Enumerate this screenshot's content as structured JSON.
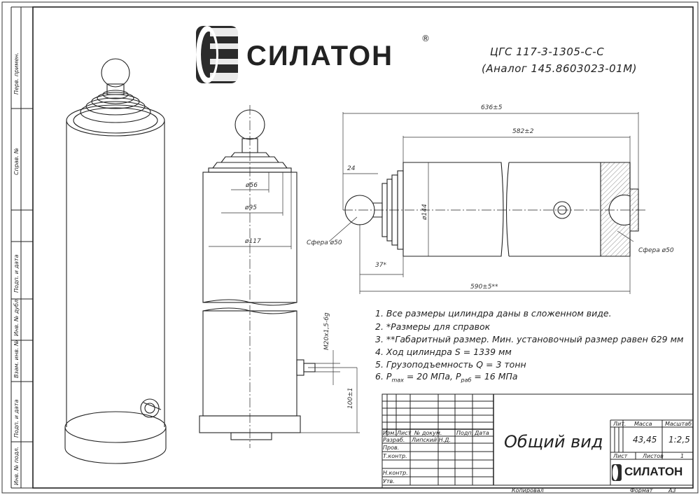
{
  "brand": {
    "name": "СИЛАТОН",
    "reg": "®"
  },
  "drawing": {
    "code": "ЦГС 117-3-1305-С-С",
    "analog": "(Аналог 145.8603023-01М)"
  },
  "side_frame_labels": [
    "Перв. примен.",
    "Справ. №",
    "Подп. и дата",
    "Инв. № дубл.",
    "Взам. инв. №",
    "Подп. и дата",
    "Инв. № подл."
  ],
  "dims": {
    "overall_len": "636±5",
    "body_len": "582±2",
    "ball_offset": "24",
    "diam_ball_mid": "ø144",
    "sphere_left": "Сфера ø50",
    "sphere_right": "Сфера ø50",
    "d56": "ø56",
    "d95": "ø95",
    "d117": "ø117",
    "ref_37": "37*",
    "len_590": "590±5**",
    "thread": "M20x1,5-6g",
    "h100": "100±1"
  },
  "notes": [
    "1. Все размеры цилиндра даны в сложенном виде.",
    "2. *Размеры для справок",
    "3. **Габаритный размер. Мин. установочный размер равен 629 мм",
    "4. Ход цилиндра S = 1339 мм",
    "5. Грузоподъемность Q = 3 тонн",
    "6. P",
    "max",
    " = 20 МПа, P",
    "раб",
    " = 16 МПа"
  ],
  "title_block": {
    "col_izm": "Изм.",
    "col_list": "Лист",
    "col_doc": "№ докум.",
    "col_sign": "Подп.",
    "col_date": "Дата",
    "razrab": "Разраб.",
    "razrab_name": "Липский Н.Д.",
    "prov": "Пров.",
    "tkontr": "Т.контр.",
    "nkontr": "Н.контр.",
    "utv": "Утв.",
    "name": "Общий вид",
    "lit": "Лит.",
    "mass": "Масса",
    "scale": "Масштаб",
    "mass_val": "43,45",
    "scale_val": "1:2,5",
    "sheet": "Лист",
    "sheets": "Листов",
    "sheets_val": "1",
    "copied": "Копировал",
    "format": "Формат",
    "format_val": "А3"
  }
}
